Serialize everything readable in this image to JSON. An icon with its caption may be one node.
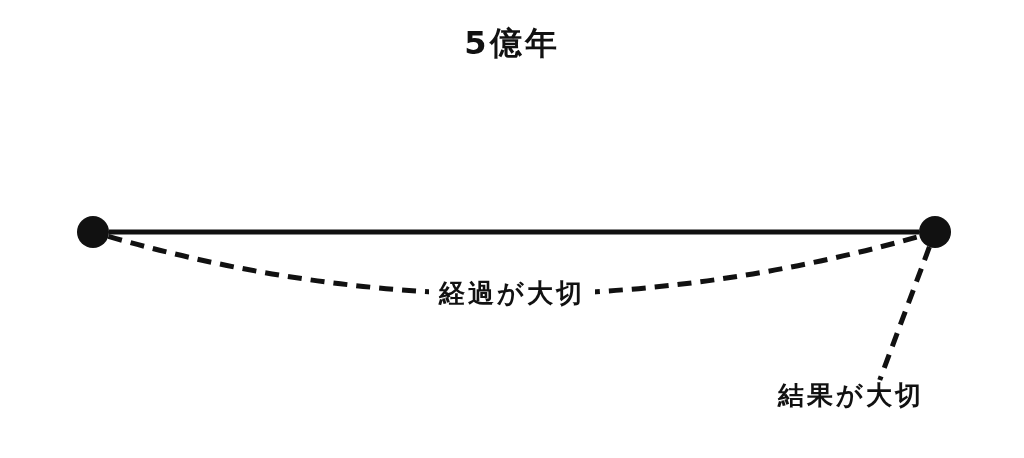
{
  "diagram": {
    "title": "5億年",
    "nodes": [
      {
        "text": [],
        "shape": "circle"
      },
      {
        "text": [],
        "shape": "circle"
      },
      {
        "text": [
          "結果が大切"
        ]
      }
    ],
    "edges": [
      {
        "from": 0,
        "to": 1,
        "arrow": "none"
      },
      {
        "from": 0,
        "to": 1,
        "arrow": "none",
        "style": "dashed",
        "label": "経過が大切"
      },
      {
        "from": 1,
        "to": 2,
        "arrow": "none",
        "style": "dashed"
      }
    ]
  }
}
